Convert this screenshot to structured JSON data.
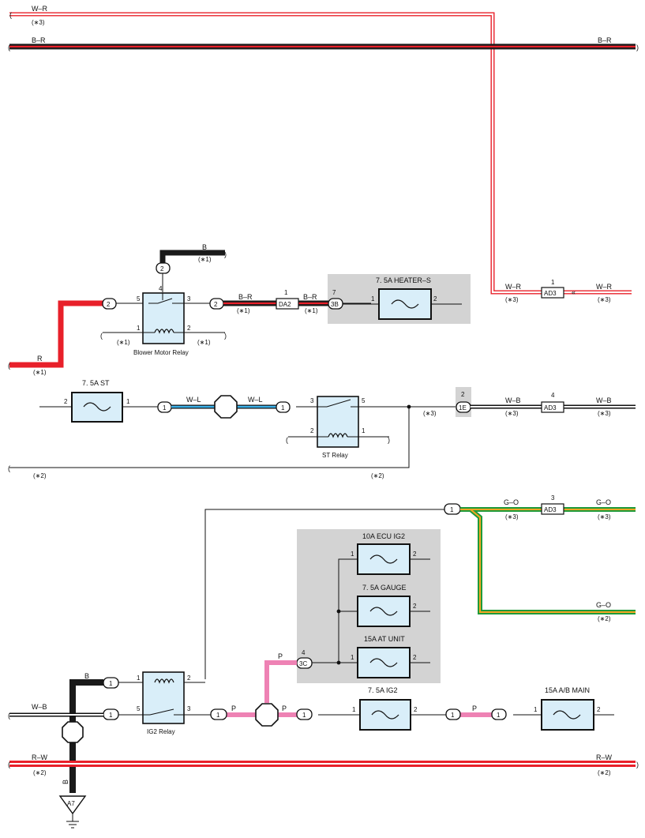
{
  "colors": {
    "red": "#e8202a",
    "black": "#1a1a1a",
    "white": "#ffffff",
    "blue": "#3ab0e8",
    "green": "#1f9a3a",
    "orange": "#f5a623",
    "pink": "#ee82b4",
    "fuse_fill": "#d9eef9",
    "gray_box": "#d3d3d3"
  },
  "wires": {
    "top_wr": {
      "color": "W–R",
      "note": "(∗3)"
    },
    "top_br": {
      "color": "B–R",
      "color_right": "B–R"
    },
    "wr_right": {
      "left_color": "W–R",
      "left_note": "(∗3)",
      "right_color": "W–R",
      "right_note": "(∗3)"
    },
    "b_top": {
      "color": "B",
      "note": "(∗1)"
    },
    "r_left": {
      "color": "R",
      "note": "(∗1)"
    },
    "br_mid": {
      "color": "B–R",
      "note": "(∗1)",
      "color2": "B–R",
      "note2": "(∗1)"
    },
    "wl": {
      "color1": "W–L",
      "color2": "W–L"
    },
    "wb_mid": {
      "note_left": "(∗3)",
      "color1": "W–B",
      "note1": "(∗3)",
      "color2": "W–B",
      "note2": "(∗3)"
    },
    "st_return": {
      "note_left": "(∗2)",
      "note_right": "(∗2)"
    },
    "go": {
      "color1": "G–O",
      "note1": "(∗3)",
      "color2": "G–O",
      "note2": "(∗3)",
      "color3": "G–O",
      "note3": "(∗2)"
    },
    "p": {
      "c1": "P",
      "c2": "P",
      "c3": "P",
      "c4": "P"
    },
    "b_ground": {
      "color": "B",
      "color_vertical": "B"
    },
    "wb_bottom": {
      "color": "W–B"
    },
    "rw": {
      "color": "R–W",
      "note": "(∗2)",
      "color_right": "R–W",
      "note_right": "(∗2)"
    }
  },
  "relays": {
    "blower": {
      "name": "Blower Motor Relay",
      "p4": "4",
      "p5": "5",
      "p3": "3",
      "p1": "1",
      "p2": "2",
      "note_left": "(∗1)",
      "note_right": "(∗1)"
    },
    "st": {
      "name": "ST Relay",
      "p3": "3",
      "p5": "5",
      "p2": "2",
      "p1": "1"
    },
    "ig2": {
      "name": "IG2 Relay",
      "p1": "1",
      "p2": "2",
      "p5": "5",
      "p3": "3"
    }
  },
  "fuses": {
    "heater_s": {
      "name": "7. 5A HEATER–S",
      "p1": "1",
      "p2": "2"
    },
    "st": {
      "name": "7. 5A ST",
      "p2": "2",
      "p1": "1"
    },
    "ecu_ig2": {
      "name": "10A ECU IG2",
      "p1": "1",
      "p2": "2"
    },
    "gauge": {
      "name": "7. 5A GAUGE",
      "p2": "2"
    },
    "at_unit": {
      "name": "15A AT UNIT",
      "p1": "1",
      "p2": "2"
    },
    "ig2": {
      "name": "7. 5A IG2",
      "p1": "1",
      "p2": "2"
    },
    "ab_main": {
      "name": "15A A/B MAIN",
      "p1": "1",
      "p2": "2"
    }
  },
  "connectors": {
    "c_2_top": "2",
    "c_2_left": "2",
    "c_2_right": "2",
    "da2": "DA2",
    "da2_pin": "1",
    "c_3b": "3B",
    "c_3b_pin": "7",
    "ad3_a": "AD3",
    "ad3_a_pin": "1",
    "c_1_st_left": "1",
    "c_1_st_right": "1",
    "c_1e": "1E",
    "c_1e_pin": "2",
    "ad3_b": "AD3",
    "ad3_b_pin": "4",
    "c_1_go": "1",
    "ad3_c": "AD3",
    "ad3_c_pin": "3",
    "c_3c": "3C",
    "c_3c_pin": "4",
    "c_1_ig2_1": "1",
    "c_1_ig2_5": "1",
    "c_1_ig2_3": "1",
    "c_1_p": "1",
    "c_1_ab_a": "1",
    "c_1_ab_b": "1",
    "ground": "A7"
  }
}
